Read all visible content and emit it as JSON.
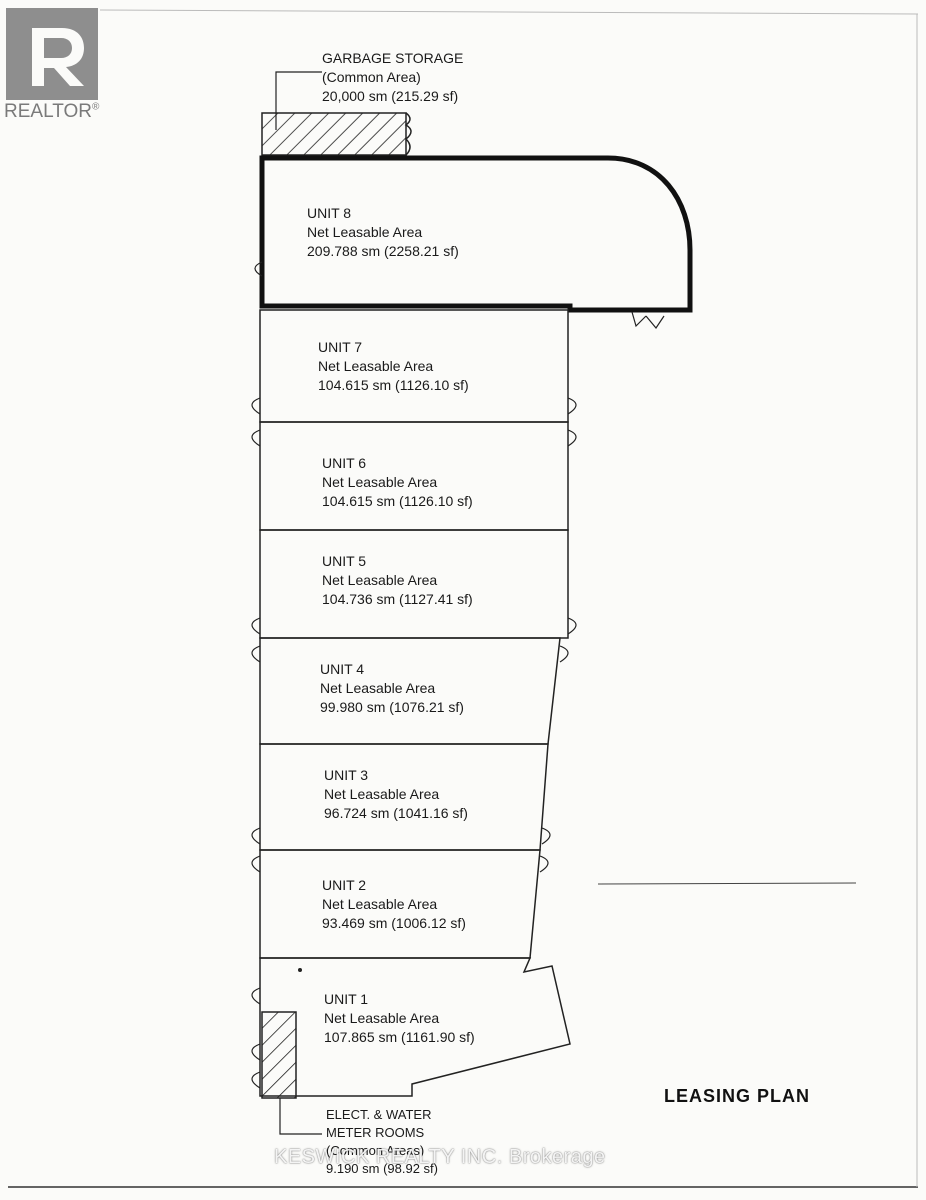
{
  "branding": {
    "logo_text": "REALTOR",
    "logo_mark": "®",
    "watermark": "KESWICK REALTY INC. Brokerage"
  },
  "plan_title": "LEASING PLAN",
  "garbage": {
    "line1": "GARBAGE STORAGE",
    "line2": "(Common Area)",
    "line3": "20,000  sm  (215.29  sf)"
  },
  "meter_rooms": {
    "line1": "ELECT. & WATER",
    "line2": "METER ROOMS",
    "line3": "(Common Areas)",
    "line4": "9.190  sm  (98.92  sf)"
  },
  "units": [
    {
      "name": "UNIT 8",
      "desc": "Net Leasable Area",
      "area": "209.788  sm  (2258.21  sf)"
    },
    {
      "name": "UNIT 7",
      "desc": "Net Leasable Area",
      "area": "104.615  sm  (1126.10  sf)"
    },
    {
      "name": "UNIT 6",
      "desc": "Net Leasable Area",
      "area": "104.615  sm  (1126.10  sf)"
    },
    {
      "name": "UNIT 5",
      "desc": "Net Leasable Area",
      "area": "104.736  sm  (1127.41  sf)"
    },
    {
      "name": "UNIT 4",
      "desc": "Net Leasable Area",
      "area": "99.980  sm  (1076.21  sf)"
    },
    {
      "name": "UNIT 3",
      "desc": "Net Leasable Area",
      "area": "96.724  sm  (1041.16  sf)"
    },
    {
      "name": "UNIT 2",
      "desc": "Net Leasable Area",
      "area": "93.469  sm  (1006.12  sf)"
    },
    {
      "name": "UNIT 1",
      "desc": "Net Leasable Area",
      "area": "107.865  sm  (1161.90  sf)"
    }
  ],
  "colors": {
    "paper": "#fbfbf9",
    "ink": "#1a1a1a",
    "logo": "#8a8a8a"
  }
}
